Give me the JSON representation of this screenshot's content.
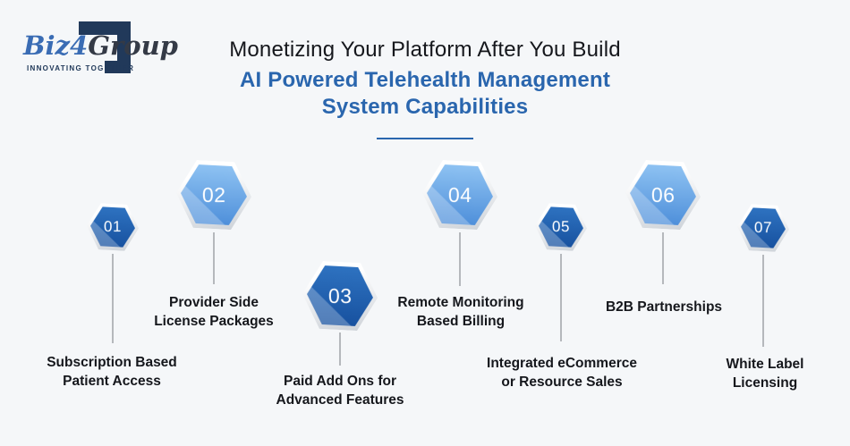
{
  "logo": {
    "brand_biz": "Biz",
    "brand_4": "4",
    "brand_group": "Group",
    "tagline": "INNOVATING TOGETHER"
  },
  "title": {
    "line1": "Monetizing Your Platform After You Build",
    "line2": "AI Powered Telehealth Management",
    "line3": "System Capabilities"
  },
  "items": [
    {
      "number": "01",
      "label": "Subscription Based\nPatient Access",
      "variant": "dark"
    },
    {
      "number": "02",
      "label": "Provider Side\nLicense Packages",
      "variant": "light"
    },
    {
      "number": "03",
      "label": "Paid Add Ons for\nAdvanced Features",
      "variant": "dark"
    },
    {
      "number": "04",
      "label": "Remote Monitoring\nBased Billing",
      "variant": "light"
    },
    {
      "number": "05",
      "label": "Integrated eCommerce\nor Resource Sales",
      "variant": "dark"
    },
    {
      "number": "06",
      "label": "B2B Partnerships",
      "variant": "light"
    },
    {
      "number": "07",
      "label": "White Label\nLicensing",
      "variant": "dark"
    }
  ],
  "colors": {
    "bg": "#f5f7f9",
    "ink": "#15171c",
    "accent": "#2a66ae",
    "navy": "#21395a",
    "logo_blue": "#3a6cb4",
    "logo_dark": "#343a46",
    "line": "#b5b8bc",
    "number": "#ffffff",
    "hex_dark_top": "#2e72c0",
    "hex_dark_bottom": "#17519f",
    "hex_light_top": "#8ec2f2",
    "hex_light_bottom": "#4e8fda",
    "bevel_top": "#ffffff",
    "bevel_bottom": "#ced3d9"
  }
}
